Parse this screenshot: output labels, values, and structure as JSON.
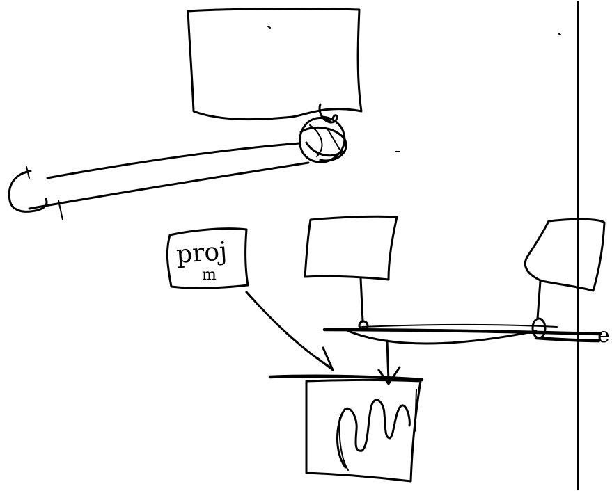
{
  "labels": {
    "note_line1": "proj",
    "note_line2": "m",
    "edge_mark": "e"
  }
}
